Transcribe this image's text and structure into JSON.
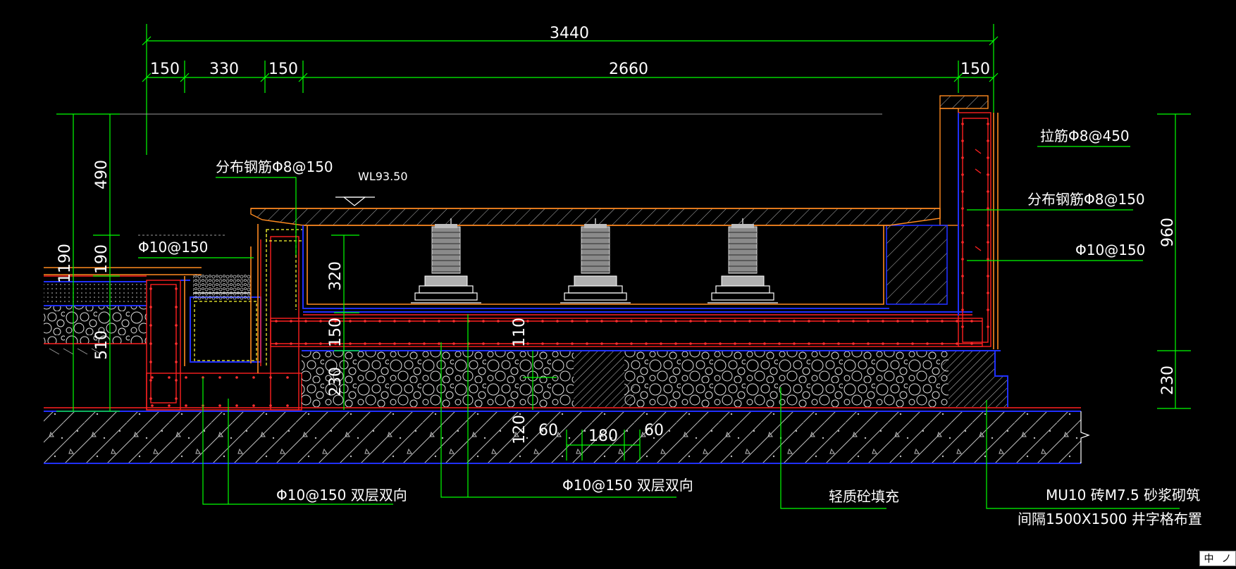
{
  "dimensions": {
    "total_width": "3440",
    "segment_150_a": "150",
    "segment_330": "330",
    "segment_150_b": "150",
    "segment_2660": "2660",
    "segment_150_c": "150",
    "left_1190": "1190",
    "left_490_top": "490",
    "left_190": "190",
    "left_510": "510",
    "inner_320": "320",
    "inner_150": "150",
    "inner_230": "230",
    "slab_110": "110",
    "base_120": "120",
    "base_60_a": "60",
    "base_180": "180",
    "base_60_b": "60",
    "right_960": "960",
    "right_230": "230"
  },
  "labels": {
    "dist_rebar_left": "分布钢筋Φ8@150",
    "water_level": "WL93.50",
    "rebar_left": "Φ10@150",
    "tie_rebar": "拉筋Φ8@450",
    "dist_rebar_right": "分布钢筋Φ8@150",
    "rebar_right": "Φ10@150",
    "bottom_rebar_left": "Φ10@150 双层双向",
    "bottom_rebar_mid": "Φ10@150 双层双向",
    "light_fill": "轻质砼填充",
    "brick_line1": "MU10 砖M7.5 砂浆砌筑",
    "brick_line2": "间隔1500X1500 井字格布置"
  },
  "ime": {
    "mode": "中",
    "extra": "ノ"
  },
  "colors": {
    "background": "#000000",
    "dimension": "#00ff00",
    "rebar": "#ff2020",
    "outline": "#2030ff",
    "finish": "#ff8a20",
    "text": "#ffffff"
  }
}
